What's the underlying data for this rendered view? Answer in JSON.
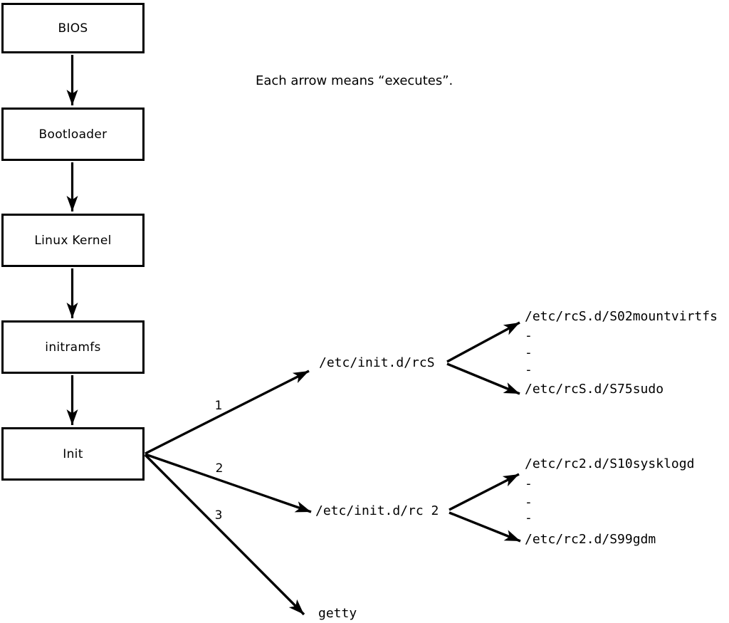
{
  "note": "Each arrow means “executes”.",
  "chain": [
    {
      "label": "BIOS"
    },
    {
      "label": "Bootloader"
    },
    {
      "label": "Linux Kernel"
    },
    {
      "label": "initramfs"
    },
    {
      "label": "Init"
    }
  ],
  "fan_labels": [
    "1",
    "2",
    "3"
  ],
  "branches": {
    "rcS": {
      "target": "/etc/init.d/rcS",
      "scripts": [
        "/etc/rcS.d/S02mountvirtfs",
        "-",
        "-",
        "-",
        "/etc/rcS.d/S75sudo"
      ]
    },
    "rc2": {
      "target": "/etc/init.d/rc 2",
      "scripts": [
        "/etc/rc2.d/S10sysklogd",
        "-",
        "-",
        "-",
        "/etc/rc2.d/S99gdm"
      ]
    },
    "getty": {
      "target": "getty"
    }
  },
  "colors": {
    "line": "#000000",
    "background": "#ffffff"
  }
}
